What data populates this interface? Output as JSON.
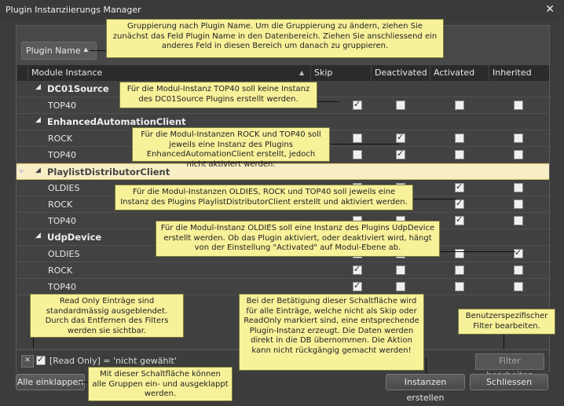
{
  "window": {
    "title": "Plugin Instanziierungs Manager",
    "close_glyph": "✕"
  },
  "group_panel": {
    "chip_label": "Plugin Name"
  },
  "columns": [
    "Module Instance",
    "Skip",
    "Deactivated",
    "Activated",
    "Inherited"
  ],
  "groups": [
    {
      "name": "DC01Source",
      "rows": [
        {
          "name": "TOP40",
          "skip": true,
          "deactivated": false,
          "activated": false,
          "inherited": false
        }
      ]
    },
    {
      "name": "EnhancedAutomationClient",
      "rows": [
        {
          "name": "ROCK",
          "skip": false,
          "deactivated": true,
          "activated": false,
          "inherited": false
        },
        {
          "name": "TOP40",
          "skip": false,
          "deactivated": true,
          "activated": false,
          "inherited": false
        }
      ]
    },
    {
      "name": "PlaylistDistributorClient",
      "focused": true,
      "rows": [
        {
          "name": "OLDIES",
          "skip": false,
          "deactivated": false,
          "activated": true,
          "inherited": false
        },
        {
          "name": "ROCK",
          "skip": false,
          "deactivated": false,
          "activated": true,
          "inherited": false
        },
        {
          "name": "TOP40",
          "skip": false,
          "deactivated": false,
          "activated": true,
          "inherited": false
        }
      ]
    },
    {
      "name": "UdpDevice",
      "rows": [
        {
          "name": "OLDIES",
          "skip": false,
          "deactivated": false,
          "activated": false,
          "inherited": true
        },
        {
          "name": "ROCK",
          "skip": true,
          "deactivated": false,
          "activated": false,
          "inherited": false
        },
        {
          "name": "TOP40",
          "skip": true,
          "deactivated": false,
          "activated": false,
          "inherited": false
        }
      ]
    }
  ],
  "filter": {
    "text": "[Read Only] = 'nicht gewählt'",
    "edit_button": "Filter bearbeiten",
    "clear_glyph": "✕"
  },
  "buttons": {
    "collapse_all": "Alle einklappen",
    "create": "Instanzen erstellen",
    "close": "Schliessen"
  },
  "callouts": {
    "grouping": "Gruppierung nach Plugin Name. Um die Gruppierung zu ändern, ziehen Sie zunächst das Feld Plugin Name in den Datenbereich. Ziehen Sie anschliessend ein anderes Feld in diesen Bereich um danach zu gruppieren.",
    "dc01": "Für die Modul-Instanz TOP40 soll keine Instanz des DC01Source Plugins erstellt werden.",
    "enhanced": "Für die Modul-Instanzen ROCK und TOP40 soll jeweils eine Instanz des Plugins EnhancedAutomationClient erstellt, jedoch nicht aktiviert werden.",
    "playlist": "Für die Modul-Instanzen OLDIES, ROCK und TOP40 soll jeweils eine Instanz des Plugins PlaylistDistributorClient erstellt und aktiviert werden.",
    "udp": "Für die Modul-Instanz OLDIES soll eine Instanz des Plugins UdpDevice erstellt werden. Ob das Plugin aktiviert, oder deaktiviert wird, hängt von der Einstellung \"Activated\" auf Modul-Ebene ab.",
    "readonly": "Read Only Einträge sind standardmässig ausgeblendet. Durch das Entfernen des Filters werden sie sichtbar.",
    "create": "Bei der Betätigung dieser Schaltfläche wird für alle Einträge, welche nicht als Skip oder ReadOnly markiert sind, eine entsprechende Plugin-Instanz erzeugt. Die Daten werden direkt in die DB übernommen. Die Aktion kann nicht rückgängig gemacht werden!",
    "filter": "Benutzerspezifischer Filter bearbeiten.",
    "collapse": "Mit dieser Schaltfläche können alle Gruppen ein- und ausgeklappt werden."
  }
}
